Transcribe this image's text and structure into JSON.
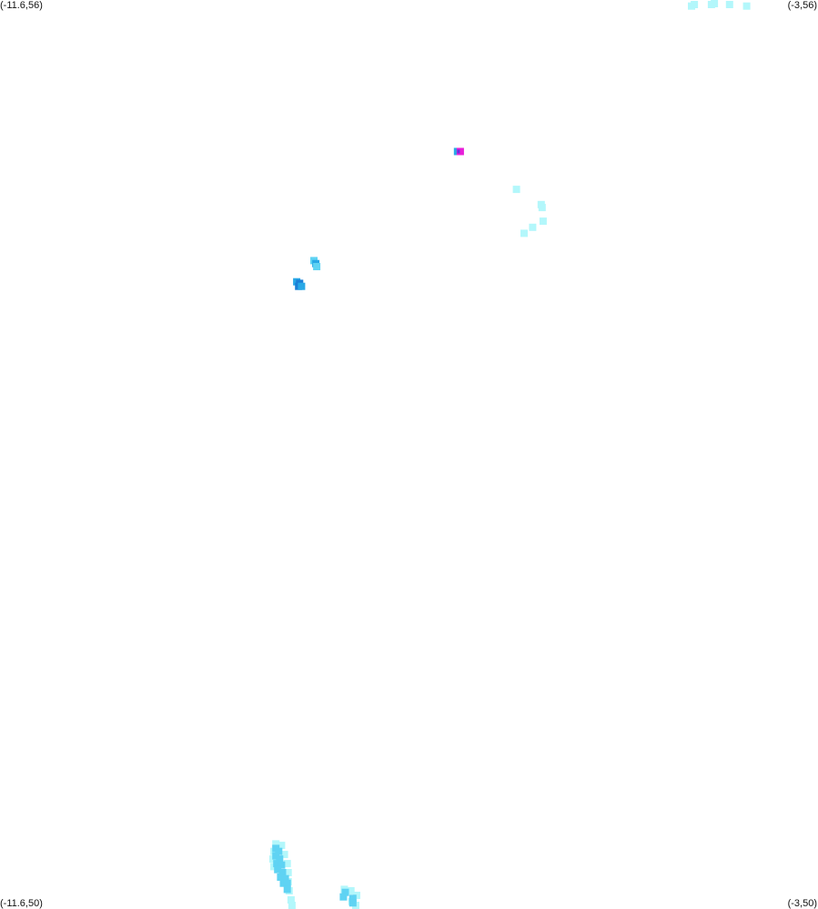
{
  "corners": {
    "top_left": "(-11.6,56)",
    "top_right": "(-3,56)",
    "bottom_left": "(-11.6,50)",
    "bottom_right": "(-3,50)"
  },
  "extent": {
    "lon_min": -11.6,
    "lon_max": -3,
    "lat_min": 50,
    "lat_max": 56
  },
  "palette": {
    "background": "#ffffff",
    "lightest": "#b3f7fb",
    "light": "#5fd3f3",
    "medium": "#29a8e6",
    "dark": "#1c7fd6",
    "hot": "#e81fd8",
    "hot_core": "#6a2ee0"
  },
  "cells": [
    {
      "lon": -4.33,
      "lat": 55.96,
      "level": "lightest"
    },
    {
      "lon": -4.3,
      "lat": 55.97,
      "level": "lightest"
    },
    {
      "lon": -4.12,
      "lat": 55.97,
      "level": "lightest"
    },
    {
      "lon": -4.09,
      "lat": 55.98,
      "level": "lightest"
    },
    {
      "lon": -3.93,
      "lat": 55.97,
      "level": "lightest"
    },
    {
      "lon": -3.75,
      "lat": 55.96,
      "level": "lightest"
    },
    {
      "lon": -6.79,
      "lat": 55.0,
      "level": "medium"
    },
    {
      "lon": -6.76,
      "lat": 55.0,
      "level": "hot"
    },
    {
      "lon": -6.17,
      "lat": 54.75,
      "level": "lightest"
    },
    {
      "lon": -5.91,
      "lat": 54.65,
      "level": "lightest"
    },
    {
      "lon": -5.9,
      "lat": 54.63,
      "level": "lightest"
    },
    {
      "lon": -5.89,
      "lat": 54.54,
      "level": "lightest"
    },
    {
      "lon": -6.0,
      "lat": 54.5,
      "level": "lightest"
    },
    {
      "lon": -6.09,
      "lat": 54.46,
      "level": "lightest"
    },
    {
      "lon": -8.3,
      "lat": 54.28,
      "level": "light"
    },
    {
      "lon": -8.28,
      "lat": 54.26,
      "level": "medium"
    },
    {
      "lon": -8.27,
      "lat": 54.24,
      "level": "light"
    },
    {
      "lon": -8.48,
      "lat": 54.14,
      "level": "medium"
    },
    {
      "lon": -8.45,
      "lat": 54.13,
      "level": "dark"
    },
    {
      "lon": -8.46,
      "lat": 54.11,
      "level": "dark"
    },
    {
      "lon": -8.43,
      "lat": 54.11,
      "level": "medium"
    },
    {
      "lon": -8.7,
      "lat": 50.43,
      "level": "lightest"
    },
    {
      "lon": -8.64,
      "lat": 50.42,
      "level": "lightest"
    },
    {
      "lon": -8.72,
      "lat": 50.38,
      "level": "lightest"
    },
    {
      "lon": -8.61,
      "lat": 50.36,
      "level": "lightest"
    },
    {
      "lon": -8.73,
      "lat": 50.33,
      "level": "lightest"
    },
    {
      "lon": -8.58,
      "lat": 50.3,
      "level": "lightest"
    },
    {
      "lon": -8.72,
      "lat": 50.28,
      "level": "lightest"
    },
    {
      "lon": -8.57,
      "lat": 50.24,
      "level": "lightest"
    },
    {
      "lon": -8.57,
      "lat": 50.18,
      "level": "lightest"
    },
    {
      "lon": -8.56,
      "lat": 50.12,
      "level": "lightest"
    },
    {
      "lon": -8.54,
      "lat": 50.06,
      "level": "lightest"
    },
    {
      "lon": -8.53,
      "lat": 50.02,
      "level": "lightest"
    },
    {
      "lon": -8.7,
      "lat": 50.4,
      "level": "light"
    },
    {
      "lon": -8.67,
      "lat": 50.38,
      "level": "light"
    },
    {
      "lon": -8.7,
      "lat": 50.35,
      "level": "light"
    },
    {
      "lon": -8.66,
      "lat": 50.33,
      "level": "light"
    },
    {
      "lon": -8.69,
      "lat": 50.3,
      "level": "light"
    },
    {
      "lon": -8.64,
      "lat": 50.29,
      "level": "light"
    },
    {
      "lon": -8.68,
      "lat": 50.26,
      "level": "light"
    },
    {
      "lon": -8.63,
      "lat": 50.24,
      "level": "light"
    },
    {
      "lon": -8.65,
      "lat": 50.21,
      "level": "light"
    },
    {
      "lon": -8.6,
      "lat": 50.2,
      "level": "light"
    },
    {
      "lon": -8.62,
      "lat": 50.17,
      "level": "light"
    },
    {
      "lon": -8.58,
      "lat": 50.17,
      "level": "light"
    },
    {
      "lon": -8.58,
      "lat": 50.13,
      "level": "light"
    },
    {
      "lon": -7.98,
      "lat": 50.13,
      "level": "lightest"
    },
    {
      "lon": -7.91,
      "lat": 50.12,
      "level": "lightest"
    },
    {
      "lon": -7.85,
      "lat": 50.09,
      "level": "lightest"
    },
    {
      "lon": -7.9,
      "lat": 50.05,
      "level": "lightest"
    },
    {
      "lon": -7.86,
      "lat": 50.02,
      "level": "lightest"
    },
    {
      "lon": -7.97,
      "lat": 50.11,
      "level": "light"
    },
    {
      "lon": -7.99,
      "lat": 50.08,
      "level": "light"
    },
    {
      "lon": -7.89,
      "lat": 50.07,
      "level": "light"
    },
    {
      "lon": -7.89,
      "lat": 50.04,
      "level": "light"
    }
  ]
}
